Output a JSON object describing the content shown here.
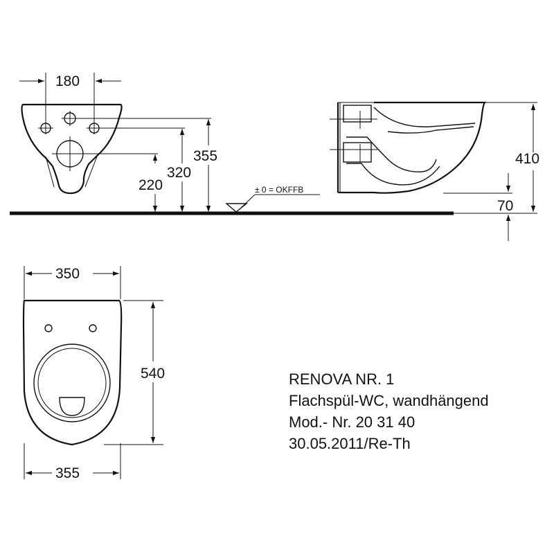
{
  "dimensions": {
    "hole_spacing": "180",
    "height_355": "355",
    "height_320": "320",
    "height_220": "220",
    "total_height": "410",
    "side_70": "70",
    "top_width": "350",
    "depth": "540",
    "bottom_width": "355"
  },
  "floor_reference": "± 0 = OKFFB",
  "info": {
    "line1": "RENOVA NR. 1",
    "line2": "Flachspül-WC, wandhängend",
    "line3": "Mod.- Nr. 20 31 40",
    "line4": "30.05.2011/Re-Th"
  },
  "colors": {
    "ink": "#111111",
    "background": "#ffffff"
  }
}
